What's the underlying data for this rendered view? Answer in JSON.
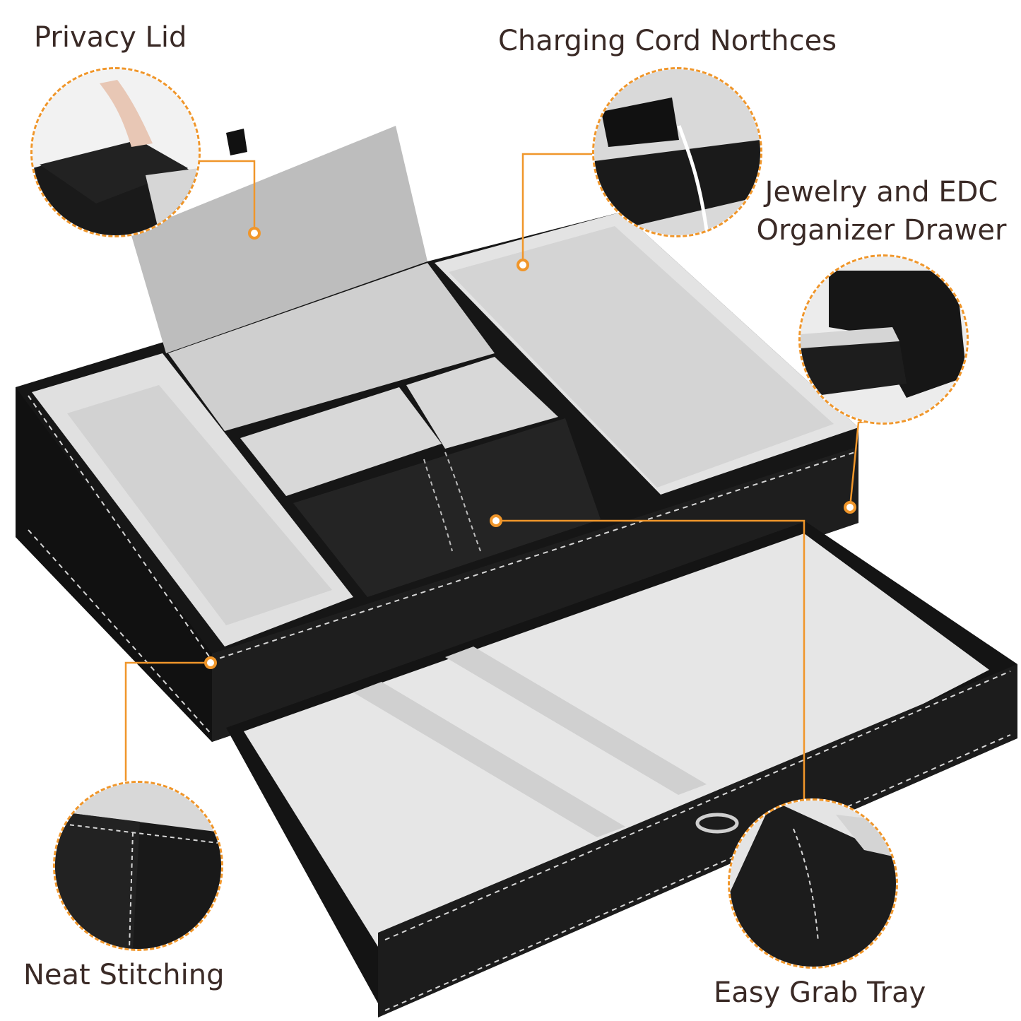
{
  "labels": {
    "privacy_lid": "Privacy Lid",
    "charging_cord": "Charging Cord Northces",
    "drawer_line1": "Jewelry and EDC",
    "drawer_line2": "Organizer Drawer",
    "neat_stitching": "Neat Stitching",
    "easy_grab": "Easy Grab Tray"
  },
  "colors": {
    "accent": "#f0962a",
    "leather": "#171717",
    "felt": "#cfcfcf",
    "felt_light": "#e2e2e2",
    "label_text": "#3a2a26"
  }
}
